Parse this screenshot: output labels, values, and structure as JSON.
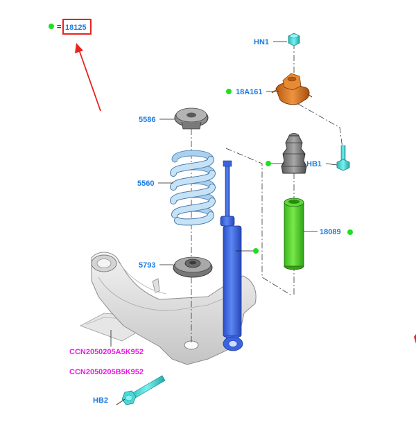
{
  "legend": {
    "marker_color": "#22dd22",
    "equals": "=",
    "part_number": "18125",
    "box_color": "#e8231d"
  },
  "labels": {
    "hn1": "HN1",
    "p18a161": "18A161",
    "p5586": "5586",
    "hb1": "HB1",
    "p5560": "5560",
    "p18089": "18089",
    "p5793": "5793",
    "ccn_a": "CCN2050205A5K952",
    "ccn_b": "CCN2050205B5K952",
    "hb2": "HB2"
  },
  "colors": {
    "label_blue": "#1e7be0",
    "label_magenta": "#e81ce0",
    "callout_green": "#22dd22",
    "arrow_red": "#e8231d",
    "shock_absorber": "#3a63e0",
    "bump_stop_sleeve": "#4cd422",
    "top_mount": "#d8741e",
    "coil_spring": "#a9d1ef",
    "fasteners": "#3fd8d8",
    "control_arm": "#dcdcdc"
  }
}
